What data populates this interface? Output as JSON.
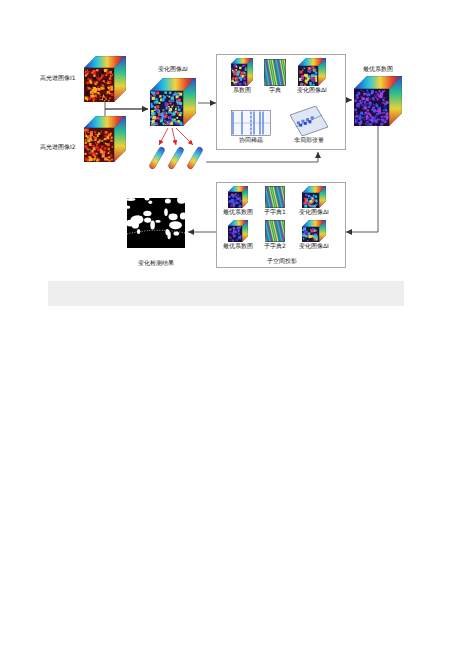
{
  "diagram": {
    "nodes": [
      {
        "text": [
          "高光谱图像I1"
        ]
      },
      {
        "text": [
          "高光谱图像I2"
        ]
      },
      {
        "text": [
          "变化图像ΔI"
        ]
      },
      {
        "text": []
      },
      {
        "text": [
          "系数图"
        ],
        "in": 3
      },
      {
        "text": [
          "字典"
        ],
        "in": 3
      },
      {
        "text": [
          "变化图像ΔI"
        ],
        "in": 3
      },
      {
        "text": [
          "协同稀疏"
        ],
        "in": 3
      },
      {
        "text": [
          "非局部张量"
        ],
        "in": 3
      },
      {
        "text": [
          "最优系数图"
        ]
      },
      {
        "text": [
          "子空间投影"
        ]
      },
      {
        "text": [
          "最优系数图"
        ],
        "in": 10
      },
      {
        "text": [
          "子字典1"
        ],
        "in": 10
      },
      {
        "text": [
          "变化图像ΔI"
        ],
        "in": 10
      },
      {
        "text": [
          "最优系数图"
        ],
        "in": 10
      },
      {
        "text": [
          "子字典2"
        ],
        "in": 10
      },
      {
        "text": [
          "变化图像ΔI"
        ],
        "in": 10
      },
      {
        "text": [
          "变化检测结果"
        ]
      }
    ],
    "edges": [
      {
        "from": 0,
        "to": 2,
        "arrow": "to"
      },
      {
        "from": 1,
        "to": 2,
        "arrow": "to"
      },
      {
        "from": 2,
        "to": 3,
        "arrow": "to"
      },
      {
        "from": 3,
        "to": 9,
        "arrow": "to"
      },
      {
        "from": 9,
        "to": 10,
        "arrow": "to"
      },
      {
        "from": 10,
        "to": 17,
        "arrow": "to"
      }
    ]
  }
}
